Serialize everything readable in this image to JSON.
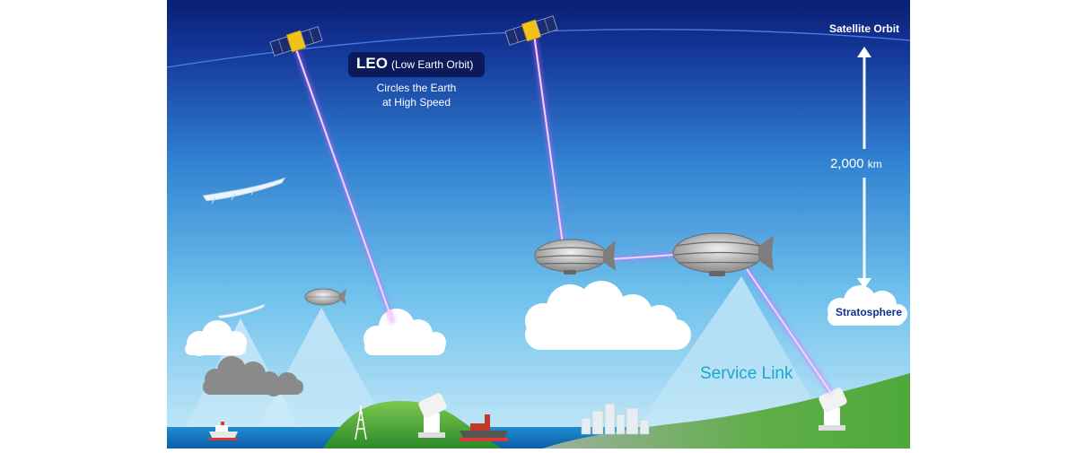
{
  "labels": {
    "leo_title": "LEO",
    "leo_subtitle": "(Low Earth Orbit)",
    "leo_desc_line1": "Circles the Earth",
    "leo_desc_line2": "at High Speed",
    "satellite_orbit": "Satellite Orbit",
    "distance_value": "2,000",
    "distance_unit": "km",
    "stratosphere": "Stratosphere",
    "service_link": "Service Link"
  },
  "colors": {
    "sky_top": "#0b1e73",
    "sky_mid": "#2f7fd0",
    "sky_bottom": "#bfe6f7",
    "laser": "#d966ff",
    "cloud": "#ffffff",
    "storm_cloud": "#8a8a8a",
    "sea": "#1a7fc4",
    "hill": "#4fae3a",
    "service_text": "#1aa8d0"
  },
  "icons": [
    "satellite-icon",
    "airship-icon",
    "solar-aircraft-icon",
    "cloud-icon",
    "ground-antenna-icon",
    "ship-icon",
    "tower-icon",
    "city-icon"
  ]
}
